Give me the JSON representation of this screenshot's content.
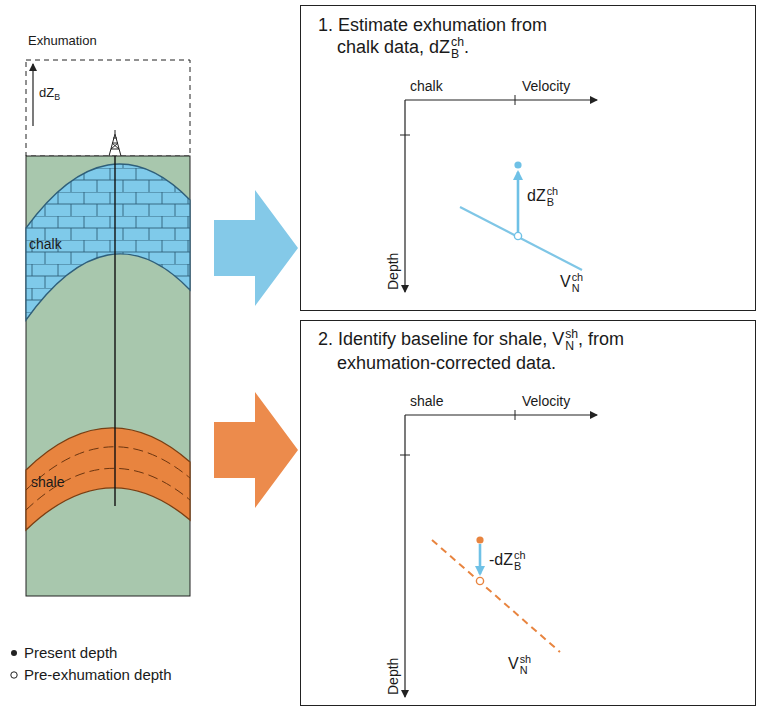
{
  "diagram": {
    "nodes": [
      {
        "text": [
          "1. Estimate exhumation from chalk data, dZ",
          "B",
          "ch",
          "."
        ]
      },
      {
        "text": [
          "2. Identify baseline for shale, V",
          "N",
          "sh",
          ", from exhumation-corrected data."
        ]
      }
    ],
    "labels": [
      "Exhumation",
      "dZ",
      "B",
      "chalk",
      "shale",
      "chalk",
      "Velocity",
      "Depth",
      "dZ",
      "B",
      "ch",
      "V",
      "N",
      "ch",
      "shale",
      "Velocity",
      "Depth",
      "-dZ",
      "B",
      "ch",
      "V",
      "N",
      "sh"
    ],
    "legend": [
      {
        "text": "Present depth"
      },
      {
        "text": "Pre-exhumation depth"
      }
    ]
  }
}
